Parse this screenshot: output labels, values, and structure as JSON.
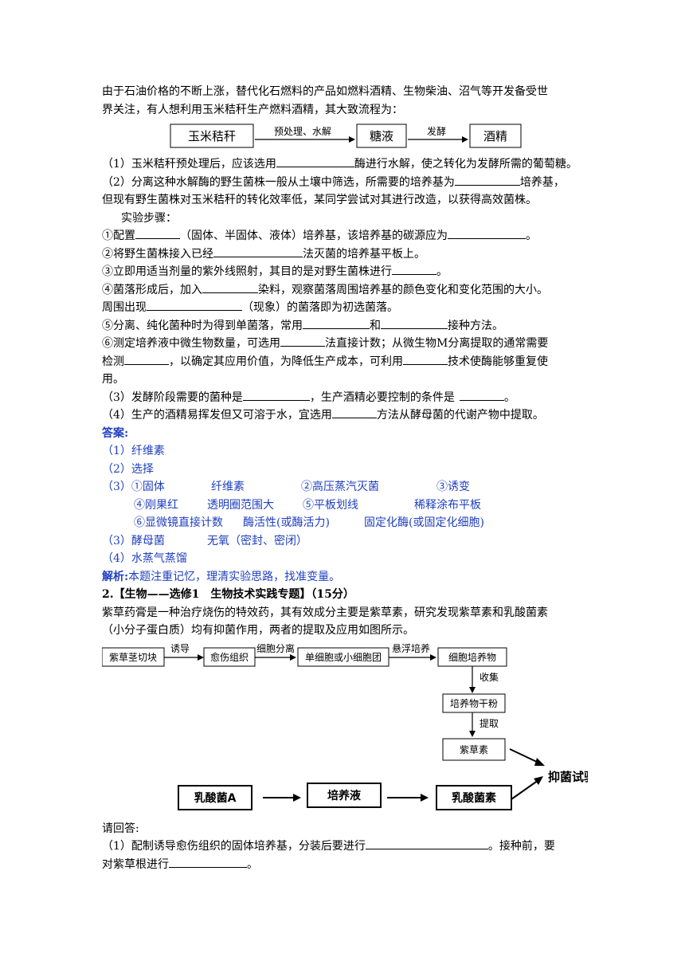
{
  "intro": [
    "由于石油价格的不断上涨，替代化石燃料的产品如燃料酒精、生物柴油、沼气等开发备受世",
    "界关注，有人想利用玉米秸秆生产燃料酒精，其大致流程为："
  ],
  "flow1": {
    "box1": "玉米秸秆",
    "arrow1": "预处理、水解",
    "box2": "糖液",
    "arrow2": "发酵",
    "box3": "酒精"
  },
  "q1": {
    "pre": "（1）玉米秸秆预处理后，应该选用",
    "post": "酶进行水解，使之转化为发酵所需的葡萄糖。"
  },
  "q2": {
    "line1_pre": "（2）分离这种水解酶的野生菌株一般从土壤中筛选，所需要的培养基为",
    "line1_post": "培养基，",
    "line2": "但现有野生菌株对玉米秸秆的转化效率低，某同学尝试对其进行改造，以获得高效菌株。",
    "steps_title": "实验步骤："
  },
  "steps": {
    "s1_pre": "①配置",
    "s1_mid": "（固体、半固体、液体）培养基，该培养基的碳源应为",
    "s1_post": "。",
    "s2_pre": "②将野生菌株接入已经",
    "s2_post": "法灭菌的培养基平板上。",
    "s3_pre": "③立即用适当剂量的紫外线照射，其目的是对野生菌株进行",
    "s3_post": "。",
    "s4_pre": "④菌落形成后，加入",
    "s4_post": "染料，观察菌落周围培养基的颜色变化和变化范围的大小。",
    "s4b_pre": "周围出现",
    "s4b_post": "（现象）的菌落即为初选菌落。",
    "s5_pre": "⑤分离、纯化菌种时为得到单菌落，常用",
    "s5_mid": "和",
    "s5_post": "接种方法。",
    "s6_pre": "⑥测定培养液中微生物数量，可选用",
    "s6_post": "法直接计数；从微生物M分离提取的通常需要",
    "s6b_pre": "检测",
    "s6b_mid": "，以确定其应用价值，为降低生产成本，可利用",
    "s6b_post": "技术使酶能够重复使",
    "s6c": "用。"
  },
  "q3": {
    "pre": "（3）发酵阶段需要的菌种是",
    "mid": "，生产酒精必要控制的条件是",
    "post": "。"
  },
  "q4": {
    "pre": "（4）生产的酒精易挥发但又可溶于水，宜选用",
    "post": "方法从酵母菌的代谢产物中提取。"
  },
  "answer": {
    "label": "答案:",
    "a1": "（1）纤维素",
    "a2": "（2）选择",
    "a3_l1": [
      "（3）①固体",
      "纤维素",
      "②高压蒸汽灭菌",
      "③诱变"
    ],
    "a3_l2": [
      "④刚果红",
      "透明圈范围大",
      "⑤平板划线",
      "稀释涂布平板"
    ],
    "a3_l3": [
      "⑥显微镜直接计数",
      "酶活性(或酶活力)",
      "固定化酶(或固定化细胞)"
    ],
    "a4": [
      "（3）酵母菌",
      "无氧（密封、密闭）"
    ],
    "a5": "（4）水蒸气蒸馏",
    "analysis_label": "解析:",
    "analysis": "本题注重记忆，理清实验思路，找准变量。"
  },
  "q2_title": "2.【生物——选修1　生物技术实践专题】（15分）",
  "q2_intro": [
    "紫草药膏是一种治疗烧伤的特效药，其有效成分主要是紫草素，研究发现紫草素和乳酸菌素",
    "（小分子蛋白质）均有抑菌作用，两者的提取及应用如图所示。"
  ],
  "flow2": {
    "b1": "紫草茎切块",
    "a1": "诱导",
    "b2": "愈伤组织",
    "a2": "细胞分离",
    "b3": "单细胞或小细胞团",
    "a3": "悬浮培养",
    "b4": "细胞培养物",
    "a4": "收集",
    "b5": "培养物干粉",
    "a5": "提取",
    "b6": "紫草素",
    "c1": "乳酸菌A",
    "c2": "培养液",
    "c3": "乳酸菌素",
    "target": "抑菌试验"
  },
  "please": "请回答:",
  "q2_1": {
    "pre": "（1）配制诱导愈伤组织的固体培养基，分装后要进行",
    "post": "。接种前，要",
    "l2_pre": "对紫草根进行",
    "l2_post": "。"
  }
}
